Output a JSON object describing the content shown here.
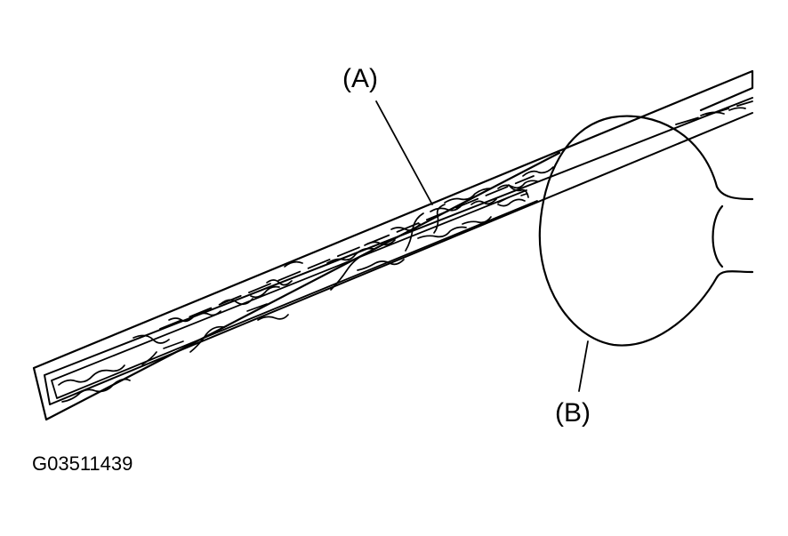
{
  "labels": {
    "a": "(A)",
    "b": "(B)"
  },
  "figure_id": "G03511439",
  "colors": {
    "ink": "#000000",
    "background": "#ffffff"
  }
}
